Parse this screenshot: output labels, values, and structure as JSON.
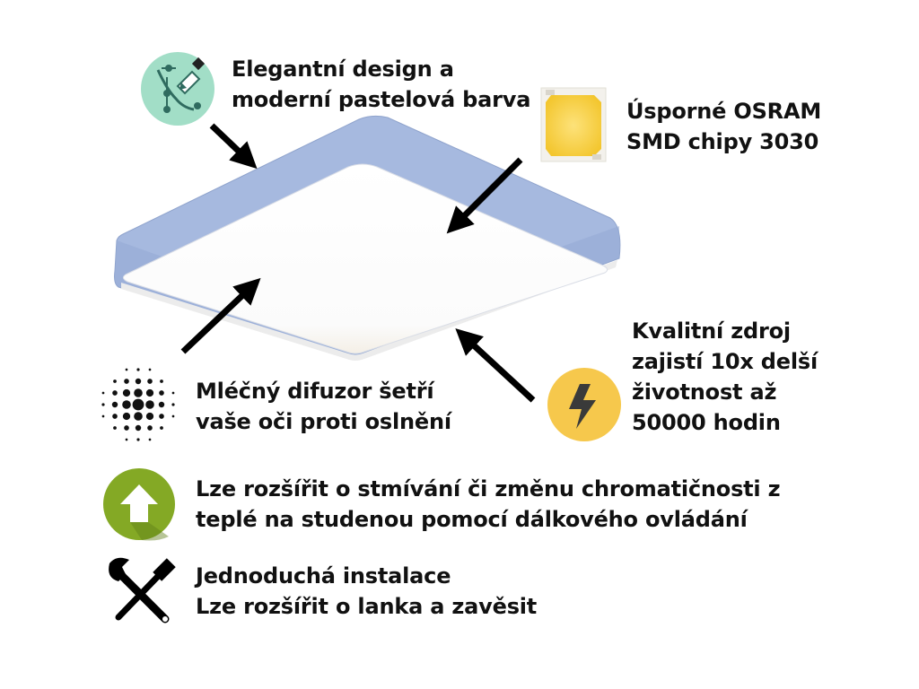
{
  "features": {
    "design": {
      "lines": [
        "Elegantní design a",
        "moderní pastelová barva"
      ],
      "icon": "vector-pen-icon",
      "icon_color": "#9fdcc4"
    },
    "osram": {
      "lines": [
        "Úsporné OSRAM",
        "SMD chipy 3030"
      ],
      "icon": "led-chip-icon",
      "icon_color": "#f6cf3a"
    },
    "zdroj": {
      "lines": [
        "Kvalitní zdroj",
        "zajistí 10x delší",
        "životnost až",
        "50000 hodin"
      ],
      "icon": "lightning-bolt-icon",
      "icon_color": "#f5c84a"
    },
    "difuzor": {
      "lines": [
        "Mléčný difuzor šetří",
        "vaše oči proti oslnění"
      ],
      "icon": "dot-pattern-icon"
    },
    "stmivani": {
      "lines": [
        "Lze rozšířit o stmívání či změnu chromatičnosti z",
        "teplé na studenou pomocí dálkového ovládání"
      ],
      "icon": "upgrade-arrow-icon",
      "icon_color": "#80a826"
    },
    "instalace": {
      "lines": [
        "Jednoduchá instalace",
        "Lze rozšířit o lanka a zavěsit"
      ],
      "icon": "wrench-screwdriver-icon"
    }
  },
  "product": {
    "name": "square-ceiling-light",
    "frame_color": "#a3b7de",
    "diffuser_color": "#ffffff"
  }
}
